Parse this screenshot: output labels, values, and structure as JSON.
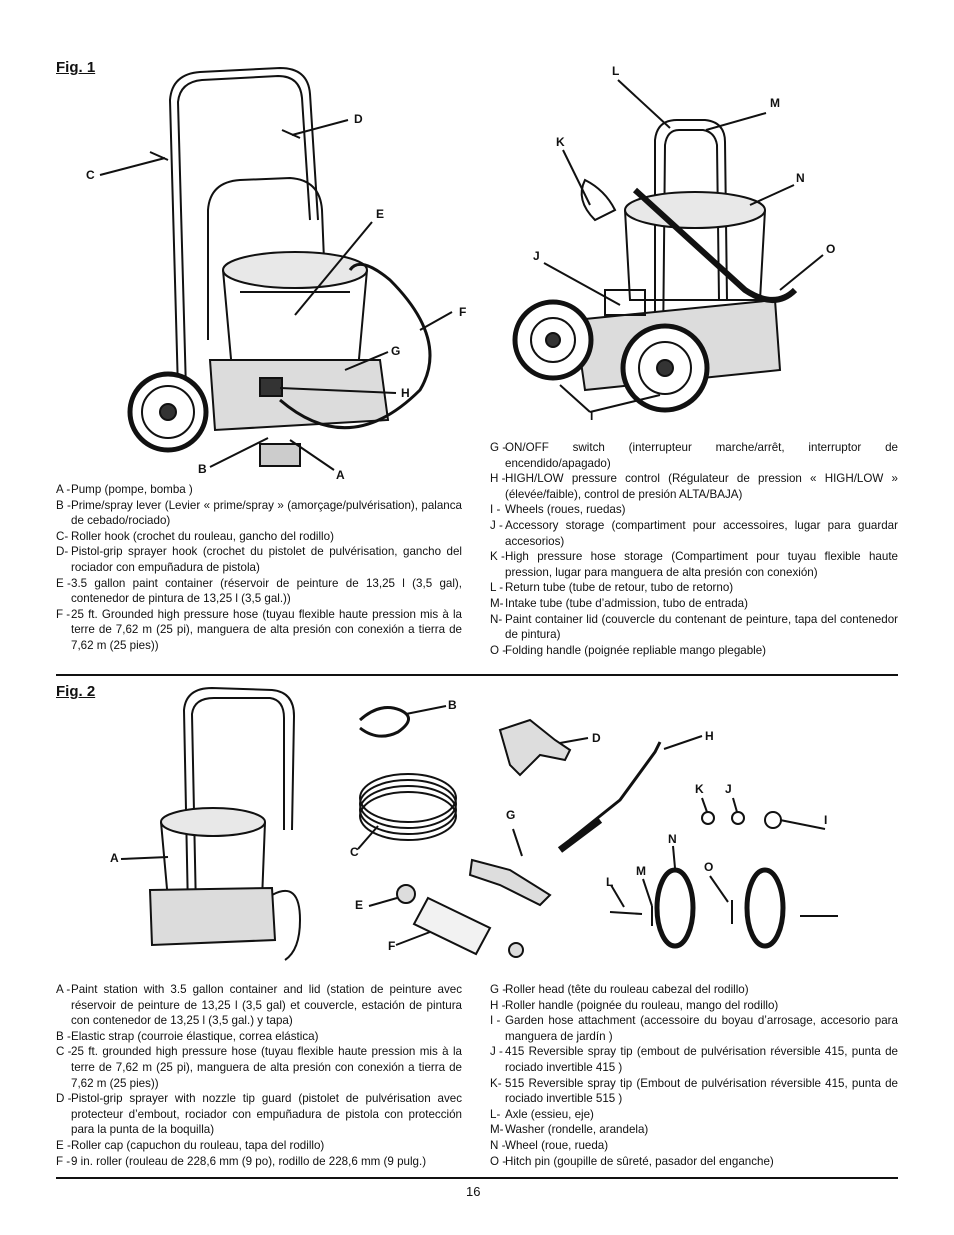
{
  "fig1": {
    "title": "Fig. 1",
    "left_callouts": [
      "C",
      "D",
      "E",
      "F",
      "G",
      "H",
      "B",
      "A"
    ],
    "right_callouts": [
      "L",
      "M",
      "K",
      "N",
      "J",
      "O",
      "I"
    ],
    "legend_left": [
      {
        "key": "A -",
        "text": "Pump (pompe, bomba )"
      },
      {
        "key": "B -",
        "text": "Prime/spray lever (Levier « prime/spray » (amorçage/pulvérisation), palanca de cebado/rociado)"
      },
      {
        "key": "C-",
        "text": "Roller hook (crochet du rouleau, gancho del rodillo)"
      },
      {
        "key": "D-",
        "text": "Pistol-grip sprayer hook (crochet du pistolet de pulvérisation, gancho del rociador con empuñadura de pistola)"
      },
      {
        "key": "E -",
        "text": "3.5 gallon paint container (réservoir de peinture de 13,25 l (3,5 gal), contenedor de pintura de 13,25 l (3,5 gal.))"
      },
      {
        "key": "F -",
        "text": "25 ft. Grounded high pressure hose (tuyau flexible haute pression mis à la terre de 7,62 m (25 pi), manguera de alta presión con conexión a tierra de 7,62 m (25 pies))"
      }
    ],
    "legend_right": [
      {
        "key": "G -",
        "text": "ON/OFF switch (interrupteur marche/arrêt, interruptor de encendido/apagado)"
      },
      {
        "key": "H -",
        "text": "HIGH/LOW pressure control (Régulateur de pression « HIGH/LOW » (élevée/faible), control de presión ALTA/BAJA)"
      },
      {
        "key": "I -",
        "text": "Wheels (roues, ruedas)"
      },
      {
        "key": "J -",
        "text": "Accessory storage (compartiment pour accessoires, lugar para guardar accesorios)"
      },
      {
        "key": "K -",
        "text": "High pressure hose storage (Compartiment pour tuyau flexible haute pression, lugar para manguera de alta presión con conexión)"
      },
      {
        "key": "L -",
        "text": "Return tube (tube de retour, tubo de retorno)"
      },
      {
        "key": "M-",
        "text": "Intake tube (tube d’admission, tubo de entrada)"
      },
      {
        "key": "N-",
        "text": "Paint container lid (couvercle du contenant de peinture, tapa del contenedor de pintura)"
      },
      {
        "key": "O -",
        "text": "Folding handle (poignée repliable mango plegable)"
      }
    ]
  },
  "fig2": {
    "title": "Fig. 2",
    "callouts": [
      "A",
      "B",
      "C",
      "D",
      "E",
      "F",
      "G",
      "H",
      "I",
      "J",
      "K",
      "L",
      "M",
      "N",
      "O"
    ],
    "legend_left": [
      {
        "key": "A -",
        "text": "Paint station with 3.5 gallon container and lid (station de peinture avec réservoir de peinture de 13,25 l (3,5 gal) et couvercle, estación de pintura con contenedor de 13,25 l (3,5 gal.) y tapa)"
      },
      {
        "key": "B -",
        "text": "Elastic strap (courroie élastique, correa elástica)"
      },
      {
        "key": "C -",
        "text": "25 ft. grounded high pressure hose (tuyau flexible haute pression mis à la terre de 7,62 m (25 pi), manguera de alta presión con conexión a tierra de 7,62 m (25 pies))"
      },
      {
        "key": "D -",
        "text": "Pistol-grip sprayer with nozzle tip guard (pistolet de pulvérisation avec protecteur d’embout, rociador con empuñadura de pistola con protección para la punta de la boquilla)"
      },
      {
        "key": "E -",
        "text": "Roller cap (capuchon du rouleau, tapa del rodillo)"
      },
      {
        "key": "F -",
        "text": "9 in. roller (rouleau de 228,6 mm (9 po), rodillo de 228,6 mm (9 pulg.)"
      }
    ],
    "legend_right": [
      {
        "key": "G -",
        "text": "Roller head (tête du rouleau cabezal del rodillo)"
      },
      {
        "key": "H -",
        "text": "Roller handle (poignée du rouleau, mango del rodillo)"
      },
      {
        "key": "I -",
        "text": "Garden hose attachment (accessoire du boyau d’arrosage, accesorio para manguera de jardín )"
      },
      {
        "key": "J -",
        "text": "415 Reversible spray tip (embout de pulvérisation réversible 415, punta de rociado invertible 415 )"
      },
      {
        "key": "K-",
        "text": "515 Reversible spray tip (Embout de pulvérisation réversible 415, punta de rociado invertible 515 )"
      },
      {
        "key": "L-",
        "text": "Axle (essieu, eje)"
      },
      {
        "key": "M-",
        "text": "Washer (rondelle, arandela)"
      },
      {
        "key": "N -",
        "text": "Wheel (roue, rueda)"
      },
      {
        "key": "O -",
        "text": "Hitch pin (goupille de sûreté, pasador del enganche)"
      }
    ]
  },
  "page_number": "16"
}
